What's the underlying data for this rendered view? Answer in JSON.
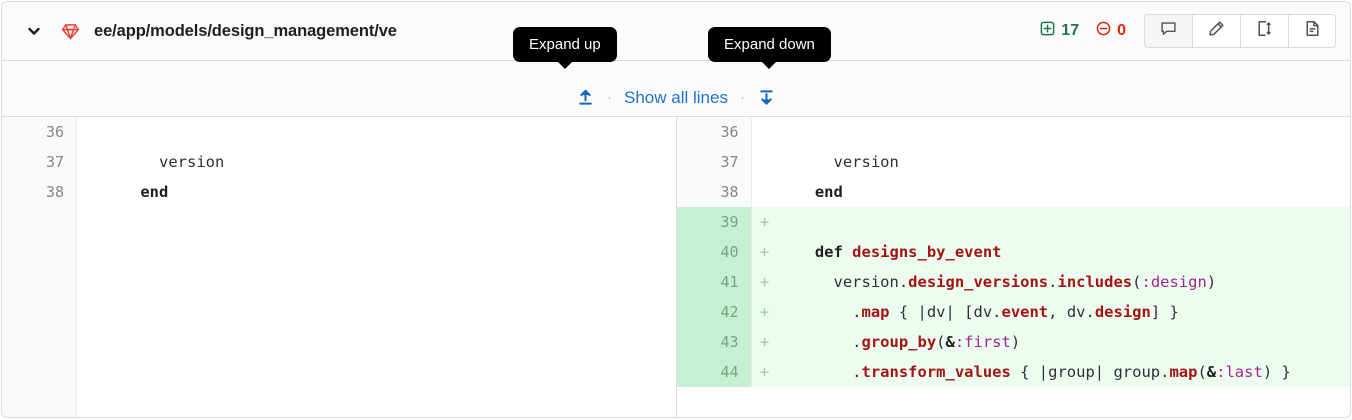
{
  "header": {
    "chevron_icon": "chevron-down-icon",
    "file_type_icon": "ruby-gem-icon",
    "file_path": "ee/app/models/design_management/ve",
    "additions_icon": "plus-square-icon",
    "additions": "17",
    "deletions_icon": "minus-circle-icon",
    "deletions": "0",
    "buttons": [
      {
        "name": "comment-button",
        "icon": "comment-icon"
      },
      {
        "name": "edit-button",
        "icon": "pencil-icon"
      },
      {
        "name": "compare-button",
        "icon": "file-transfer-icon"
      },
      {
        "name": "view-file-button",
        "icon": "document-icon"
      }
    ]
  },
  "expand_row": {
    "expand_up_icon": "arrow-up-to-line-icon",
    "separator": "·",
    "show_all_label": "Show all lines",
    "expand_down_icon": "arrow-down-to-line-icon"
  },
  "tooltips": {
    "expand_up": "Expand up",
    "expand_down": "Expand down"
  },
  "diff": {
    "left_lines": [
      {
        "num": "36",
        "marker": "",
        "type": "ctx",
        "tokens": []
      },
      {
        "num": "37",
        "marker": "",
        "type": "ctx",
        "tokens": [
          {
            "t": "      version",
            "c": "pl"
          }
        ]
      },
      {
        "num": "38",
        "marker": "",
        "type": "ctx",
        "tokens": [
          {
            "t": "    ",
            "c": "pl"
          },
          {
            "t": "end",
            "c": "kw"
          }
        ]
      },
      {
        "num": "",
        "marker": "",
        "type": "empty",
        "tokens": []
      },
      {
        "num": "",
        "marker": "",
        "type": "empty",
        "tokens": []
      },
      {
        "num": "",
        "marker": "",
        "type": "empty",
        "tokens": []
      },
      {
        "num": "",
        "marker": "",
        "type": "empty",
        "tokens": []
      },
      {
        "num": "",
        "marker": "",
        "type": "empty",
        "tokens": []
      },
      {
        "num": "",
        "marker": "",
        "type": "empty",
        "tokens": []
      },
      {
        "num": "",
        "marker": "",
        "type": "empty",
        "tokens": []
      }
    ],
    "right_lines": [
      {
        "num": "36",
        "marker": "",
        "type": "ctx",
        "tokens": []
      },
      {
        "num": "37",
        "marker": "",
        "type": "ctx",
        "tokens": [
          {
            "t": "      version",
            "c": "pl"
          }
        ]
      },
      {
        "num": "38",
        "marker": "",
        "type": "ctx",
        "tokens": [
          {
            "t": "    ",
            "c": "pl"
          },
          {
            "t": "end",
            "c": "kw"
          }
        ]
      },
      {
        "num": "39",
        "marker": "+",
        "type": "add",
        "tokens": []
      },
      {
        "num": "40",
        "marker": "+",
        "type": "add",
        "tokens": [
          {
            "t": "    ",
            "c": "pl"
          },
          {
            "t": "def",
            "c": "kw"
          },
          {
            "t": " ",
            "c": "pl"
          },
          {
            "t": "designs_by_event",
            "c": "fn"
          }
        ]
      },
      {
        "num": "41",
        "marker": "+",
        "type": "add",
        "tokens": [
          {
            "t": "      version.",
            "c": "pl"
          },
          {
            "t": "design_versions",
            "c": "meth"
          },
          {
            "t": ".",
            "c": "pl"
          },
          {
            "t": "includes",
            "c": "meth"
          },
          {
            "t": "(",
            "c": "pl"
          },
          {
            "t": ":design",
            "c": "sym"
          },
          {
            "t": ")",
            "c": "pl"
          }
        ]
      },
      {
        "num": "42",
        "marker": "+",
        "type": "add",
        "tokens": [
          {
            "t": "        .",
            "c": "pl"
          },
          {
            "t": "map",
            "c": "meth"
          },
          {
            "t": " { |dv| [dv.",
            "c": "pl"
          },
          {
            "t": "event",
            "c": "meth"
          },
          {
            "t": ", dv.",
            "c": "pl"
          },
          {
            "t": "design",
            "c": "meth"
          },
          {
            "t": "] }",
            "c": "pl"
          }
        ]
      },
      {
        "num": "43",
        "marker": "+",
        "type": "add",
        "tokens": [
          {
            "t": "        .",
            "c": "pl"
          },
          {
            "t": "group_by",
            "c": "meth"
          },
          {
            "t": "(",
            "c": "pl"
          },
          {
            "t": "&",
            "c": "amp"
          },
          {
            "t": ":first",
            "c": "sym"
          },
          {
            "t": ")",
            "c": "pl"
          }
        ]
      },
      {
        "num": "44",
        "marker": "+",
        "type": "add",
        "tokens": [
          {
            "t": "        .",
            "c": "pl"
          },
          {
            "t": "transform_values",
            "c": "meth"
          },
          {
            "t": " { |group| group.",
            "c": "pl"
          },
          {
            "t": "map",
            "c": "meth"
          },
          {
            "t": "(",
            "c": "pl"
          },
          {
            "t": "&",
            "c": "amp"
          },
          {
            "t": ":last",
            "c": "sym"
          },
          {
            "t": ") }",
            "c": "pl"
          }
        ]
      }
    ]
  },
  "colors": {
    "addition_green": "#217645",
    "deletion_red": "#dd2b0e",
    "link_blue": "#1f75cb",
    "diff_add_bg": "#ecfdf0",
    "diff_add_gutter": "#c7f0d2",
    "ruby_red": "#ef4337"
  }
}
